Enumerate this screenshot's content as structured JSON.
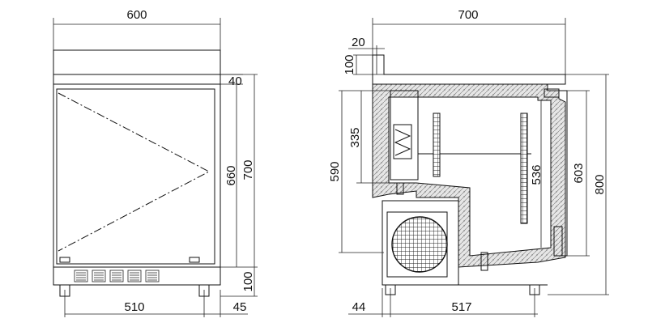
{
  "front_view": {
    "width_top": "600",
    "height_lid": "40",
    "height_body": "660",
    "height_total": "700",
    "height_legs": "100",
    "width_bottom": "510",
    "offset_right": "45"
  },
  "side_view": {
    "depth_top": "700",
    "lip_width": "20",
    "lip_height": "100",
    "compressor_height": "335",
    "inner_height": "590",
    "shelf_height": "536",
    "door_height": "603",
    "overall_height": "800",
    "offset_left": "44",
    "base_depth": "517"
  },
  "colors": {
    "line": "#111111",
    "insulation": "#cccccc",
    "grid": "#333333"
  }
}
